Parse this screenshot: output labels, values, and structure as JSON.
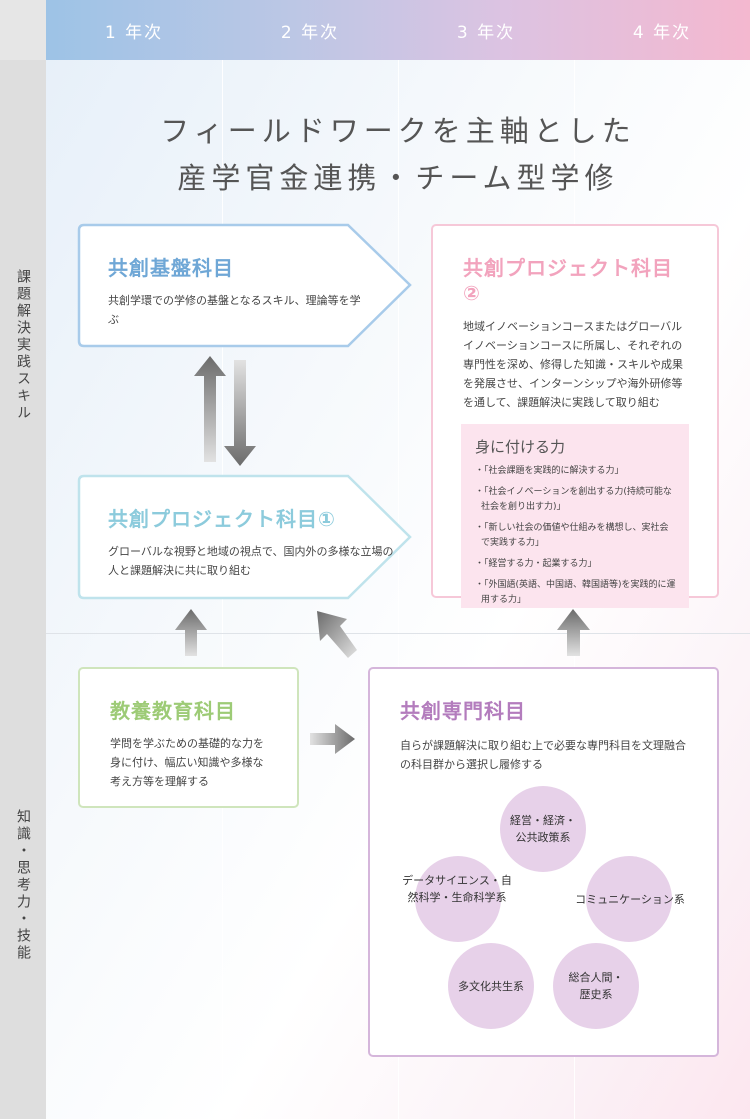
{
  "header": {
    "years": [
      "1 年次",
      "2 年次",
      "3 年次",
      "4 年次"
    ]
  },
  "side_labels": {
    "top": "課題解決実践スキル",
    "bottom": "知識・思考力・技能"
  },
  "title": {
    "line1": "フィールドワークを主軸とした",
    "line2": "産学官金連携・チーム型学修"
  },
  "kiban": {
    "title": "共創基盤科目",
    "desc": "共創学環での学修の基盤となるスキル、理論等を学ぶ"
  },
  "project1": {
    "title": "共創プロジェクト科目①",
    "desc": "グローバルな視野と地域の視点で、国内外の多様な立場の人と課題解決に共に取り組む"
  },
  "project2": {
    "title": "共創プロジェクト科目②",
    "desc": "地域イノベーションコースまたはグローバルイノベーションコースに所属し、それぞれの専門性を深め、修得した知識・スキルや成果を発展させ、インターンシップや海外研修等を通して、課題解決に実践して取り組む",
    "skills_title": "身に付ける力",
    "skills": [
      "・「社会課題を実践的に解決する力」",
      "・「社会イノベーションを創出する力(持続可能な社会を創り出す力)」",
      "・「新しい社会の価値や仕組みを構想し、実社会で実践する力」",
      "・「経営する力・起業する力」",
      "・「外国語(英語、中国語、韓国語等)を実践的に運用する力」"
    ]
  },
  "kyoyo": {
    "title": "教養教育科目",
    "desc": "学問を学ぶための基礎的な力を身に付け、幅広い知識や多様な考え方等を理解する"
  },
  "senmon": {
    "title": "共創専門科目",
    "desc": "自らが課題解決に取り組む上で必要な専門科目を文理融合の科目群から選択し履修する",
    "fields": {
      "keiei": "経営・経済・公共政策系",
      "communication": "コミュニケーション系",
      "sogo": "総合人間・歴史系",
      "tabunka": "多文化共生系",
      "data": "データサイエンス・自然科学・生命科学系"
    }
  },
  "colors": {
    "kiban": "#6fa7d6",
    "project1": "#8ccbdc",
    "project2": "#f2a3bd",
    "kyoyo": "#9dcb76",
    "senmon": "#b37cbd",
    "circle": "#e7d1e9"
  }
}
